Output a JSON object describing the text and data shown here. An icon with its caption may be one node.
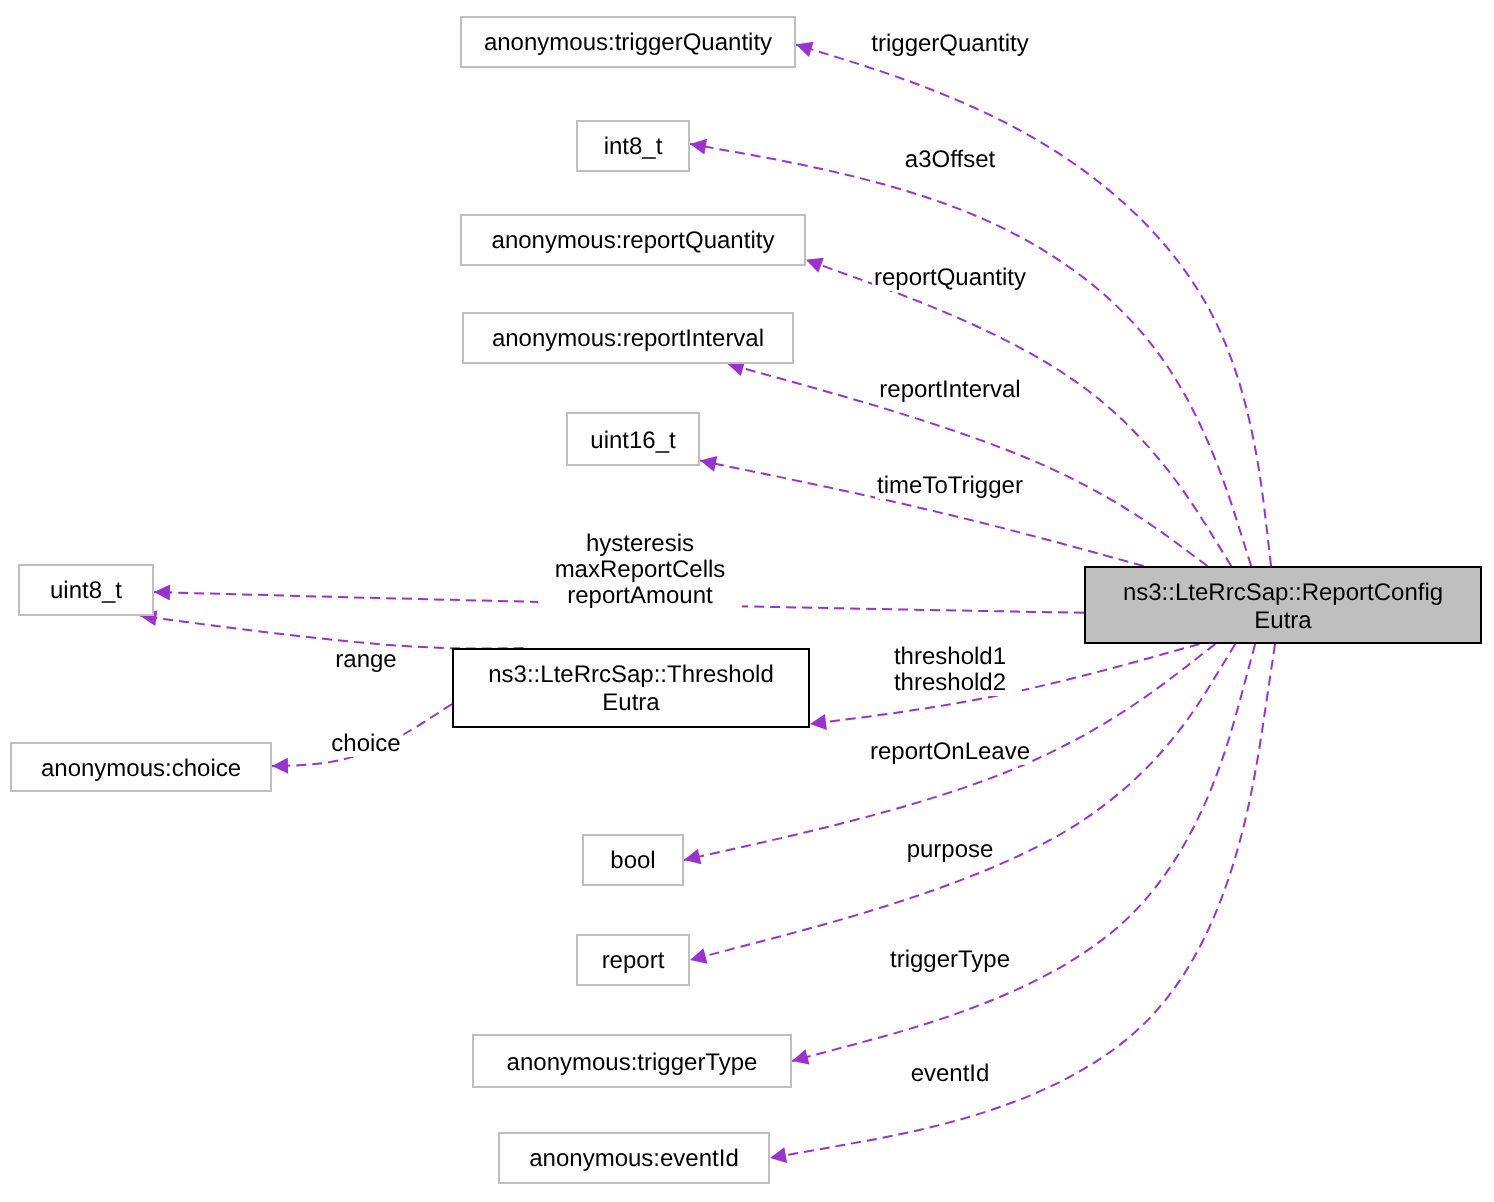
{
  "diagram": {
    "nodes": [
      {
        "text": [
          "anonymous:triggerQuantity"
        ]
      },
      {
        "text": [
          "int8_t"
        ]
      },
      {
        "text": [
          "anonymous:reportQuantity"
        ]
      },
      {
        "text": [
          "anonymous:reportInterval"
        ]
      },
      {
        "text": [
          "uint16_t"
        ]
      },
      {
        "text": [
          "uint8_t"
        ]
      },
      {
        "text": [
          "ns3::LteRrcSap::ReportConfig Eutra"
        ]
      },
      {
        "text": [
          "anonymous:choice"
        ]
      },
      {
        "text": [
          "ns3::LteRrcSap::Threshold Eutra"
        ]
      },
      {
        "text": [
          "bool"
        ]
      },
      {
        "text": [
          "report"
        ]
      },
      {
        "text": [
          "anonymous:triggerType"
        ]
      },
      {
        "text": [
          "anonymous:eventId"
        ]
      }
    ],
    "edges": [
      {
        "from": 6,
        "to": 0,
        "arrow": "to",
        "label": "triggerQuantity",
        "style": "dashed"
      },
      {
        "from": 6,
        "to": 1,
        "arrow": "to",
        "label": "a3Offset",
        "style": "dashed"
      },
      {
        "from": 6,
        "to": 2,
        "arrow": "to",
        "label": "reportQuantity",
        "style": "dashed"
      },
      {
        "from": 6,
        "to": 3,
        "arrow": "to",
        "label": "reportInterval",
        "style": "dashed"
      },
      {
        "from": 6,
        "to": 4,
        "arrow": "to",
        "label": "timeToTrigger",
        "style": "dashed"
      },
      {
        "from": 6,
        "to": 5,
        "arrow": "to",
        "label": "hysteresis maxReportCells reportAmount",
        "style": "dashed"
      },
      {
        "from": 8,
        "to": 5,
        "arrow": "to",
        "label": "range",
        "style": "dashed"
      },
      {
        "from": 8,
        "to": 7,
        "arrow": "to",
        "label": "choice",
        "style": "dashed"
      },
      {
        "from": 6,
        "to": 8,
        "arrow": "to",
        "label": "threshold1 threshold2",
        "style": "dashed"
      },
      {
        "from": 6,
        "to": 9,
        "arrow": "to",
        "label": "reportOnLeave",
        "style": "dashed"
      },
      {
        "from": 6,
        "to": 10,
        "arrow": "to",
        "label": "purpose",
        "style": "dashed"
      },
      {
        "from": 6,
        "to": 11,
        "arrow": "to",
        "label": "triggerType",
        "style": "dashed"
      },
      {
        "from": 6,
        "to": 12,
        "arrow": "to",
        "label": "eventId",
        "style": "dashed"
      }
    ]
  }
}
